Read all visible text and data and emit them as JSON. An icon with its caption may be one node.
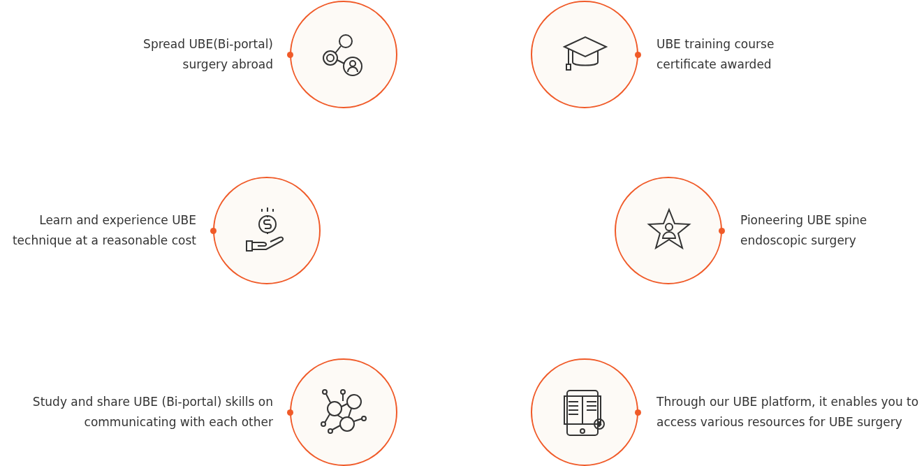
{
  "diagram": {
    "nodes": [
      {
        "text": [],
        "shape": "circle",
        "beside": [
          "Spread UBE(Bi-portal) surgery abroad"
        ]
      },
      {
        "text": [],
        "shape": "circle",
        "beside": [
          "UBE training course certificate awarded"
        ]
      },
      {
        "text": [],
        "shape": "circle",
        "beside": [
          "Learn and experience UBE technique at a reasonable cost"
        ]
      },
      {
        "text": [],
        "shape": "circle",
        "beside": [
          "Pioneering UBE spine endoscopic surgery"
        ]
      },
      {
        "text": [],
        "shape": "circle",
        "beside": [
          "Study and share UBE (Bi-portal) skills on communicating with each other"
        ]
      },
      {
        "text": [],
        "shape": "circle",
        "beside": [
          "Through our UBE platform, it enables you to access various resources for UBE surgery"
        ]
      }
    ]
  }
}
